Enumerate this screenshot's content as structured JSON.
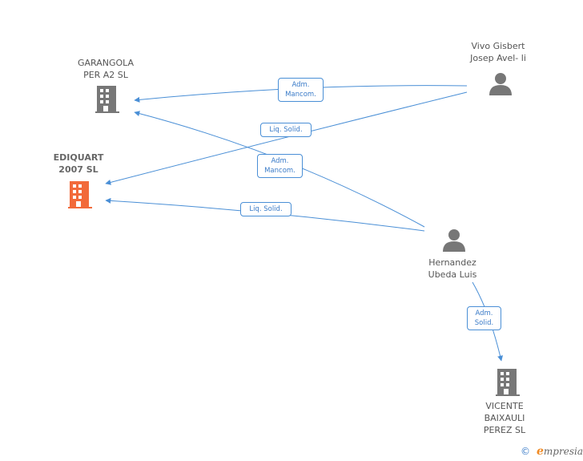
{
  "nodes": {
    "garangola": {
      "lines": [
        "GARANGOLA",
        "PER A2 SL"
      ],
      "type": "company",
      "color": "#777777"
    },
    "ediquart": {
      "lines": [
        "EDIQUART",
        "2007 SL"
      ],
      "type": "company",
      "color": "#f26a3a",
      "focus": true
    },
    "vivo": {
      "lines": [
        "Vivo Gisbert",
        "Josep Avel- li"
      ],
      "type": "person",
      "color": "#777777"
    },
    "hernandez": {
      "lines": [
        "Hernandez",
        "Ubeda Luis"
      ],
      "type": "person",
      "color": "#777777"
    },
    "vicente": {
      "lines": [
        "VICENTE",
        "BAIXAULI",
        "PEREZ SL"
      ],
      "type": "company",
      "color": "#777777"
    }
  },
  "edges": [
    {
      "from": "vivo",
      "to": "garangola",
      "label": [
        "Adm.",
        "Mancom."
      ]
    },
    {
      "from": "vivo",
      "to": "ediquart",
      "label": [
        "Liq.  Solid."
      ]
    },
    {
      "from": "hernandez",
      "to": "garangola",
      "label": [
        "Adm.",
        "Mancom."
      ]
    },
    {
      "from": "hernandez",
      "to": "ediquart",
      "label": [
        "Liq.  Solid."
      ]
    },
    {
      "from": "hernandez",
      "to": "vicente",
      "label": [
        "Adm.",
        "Solid."
      ]
    }
  ],
  "colors": {
    "edge": "#4a8fd6",
    "icon": "#777777",
    "focus": "#f26a3a"
  },
  "footer": {
    "copyright": "©",
    "brand_first": "e",
    "brand_rest": "mpresia"
  }
}
